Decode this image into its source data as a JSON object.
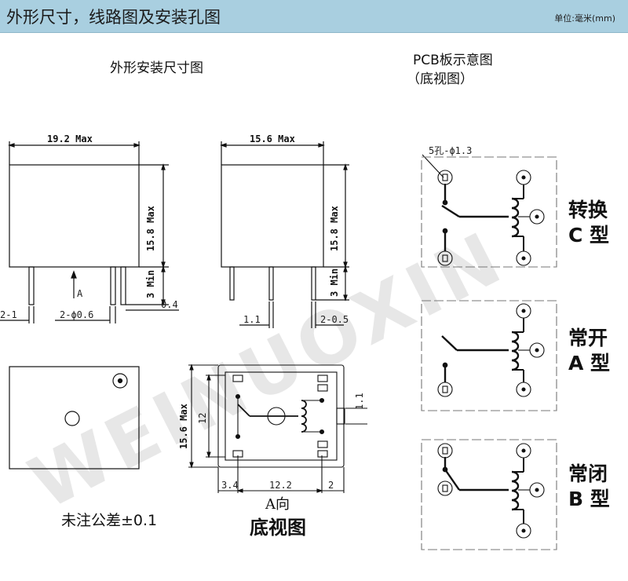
{
  "header": {
    "title": "外形尺寸，线路图及安装孔图",
    "unit": "单位:毫米(mm)"
  },
  "left_section": {
    "title": "外形安装尺寸图",
    "tolerance_note": "未注公差±0.1",
    "bottom_view_arrow": "A向",
    "bottom_view_title": "底视图"
  },
  "right_section": {
    "title": "PCB板示意图",
    "subtitle": "（底视图）",
    "hole_note": "5孔-ϕ1.3"
  },
  "dimensions": {
    "width_front": "19.2 Max",
    "width_side": "15.6 Max",
    "height_front": "15.8 Max",
    "height_side": "15.8 Max",
    "pin_length_front": "3 Min",
    "pin_length_side": "3 Min",
    "pin_w_a": "2-1",
    "pin_dia": "2-ϕ0.6",
    "pin_thick": "0.4",
    "pin_w_b": "1.1",
    "pin_w_c": "2-0.5",
    "view_a_label": "A",
    "bottom_height": "15.6 Max",
    "bottom_pitch_v": "12",
    "bottom_pin_small": "1.1",
    "bottom_dim_left": "3.4",
    "bottom_dim_mid": "12.2",
    "bottom_dim_right": "2"
  },
  "relay_types": [
    {
      "line1": "转换",
      "line2": "C 型"
    },
    {
      "line1": "常开",
      "line2": "A 型"
    },
    {
      "line1": "常闭",
      "line2": "B 型"
    }
  ],
  "watermark": "WEINUOXIN"
}
